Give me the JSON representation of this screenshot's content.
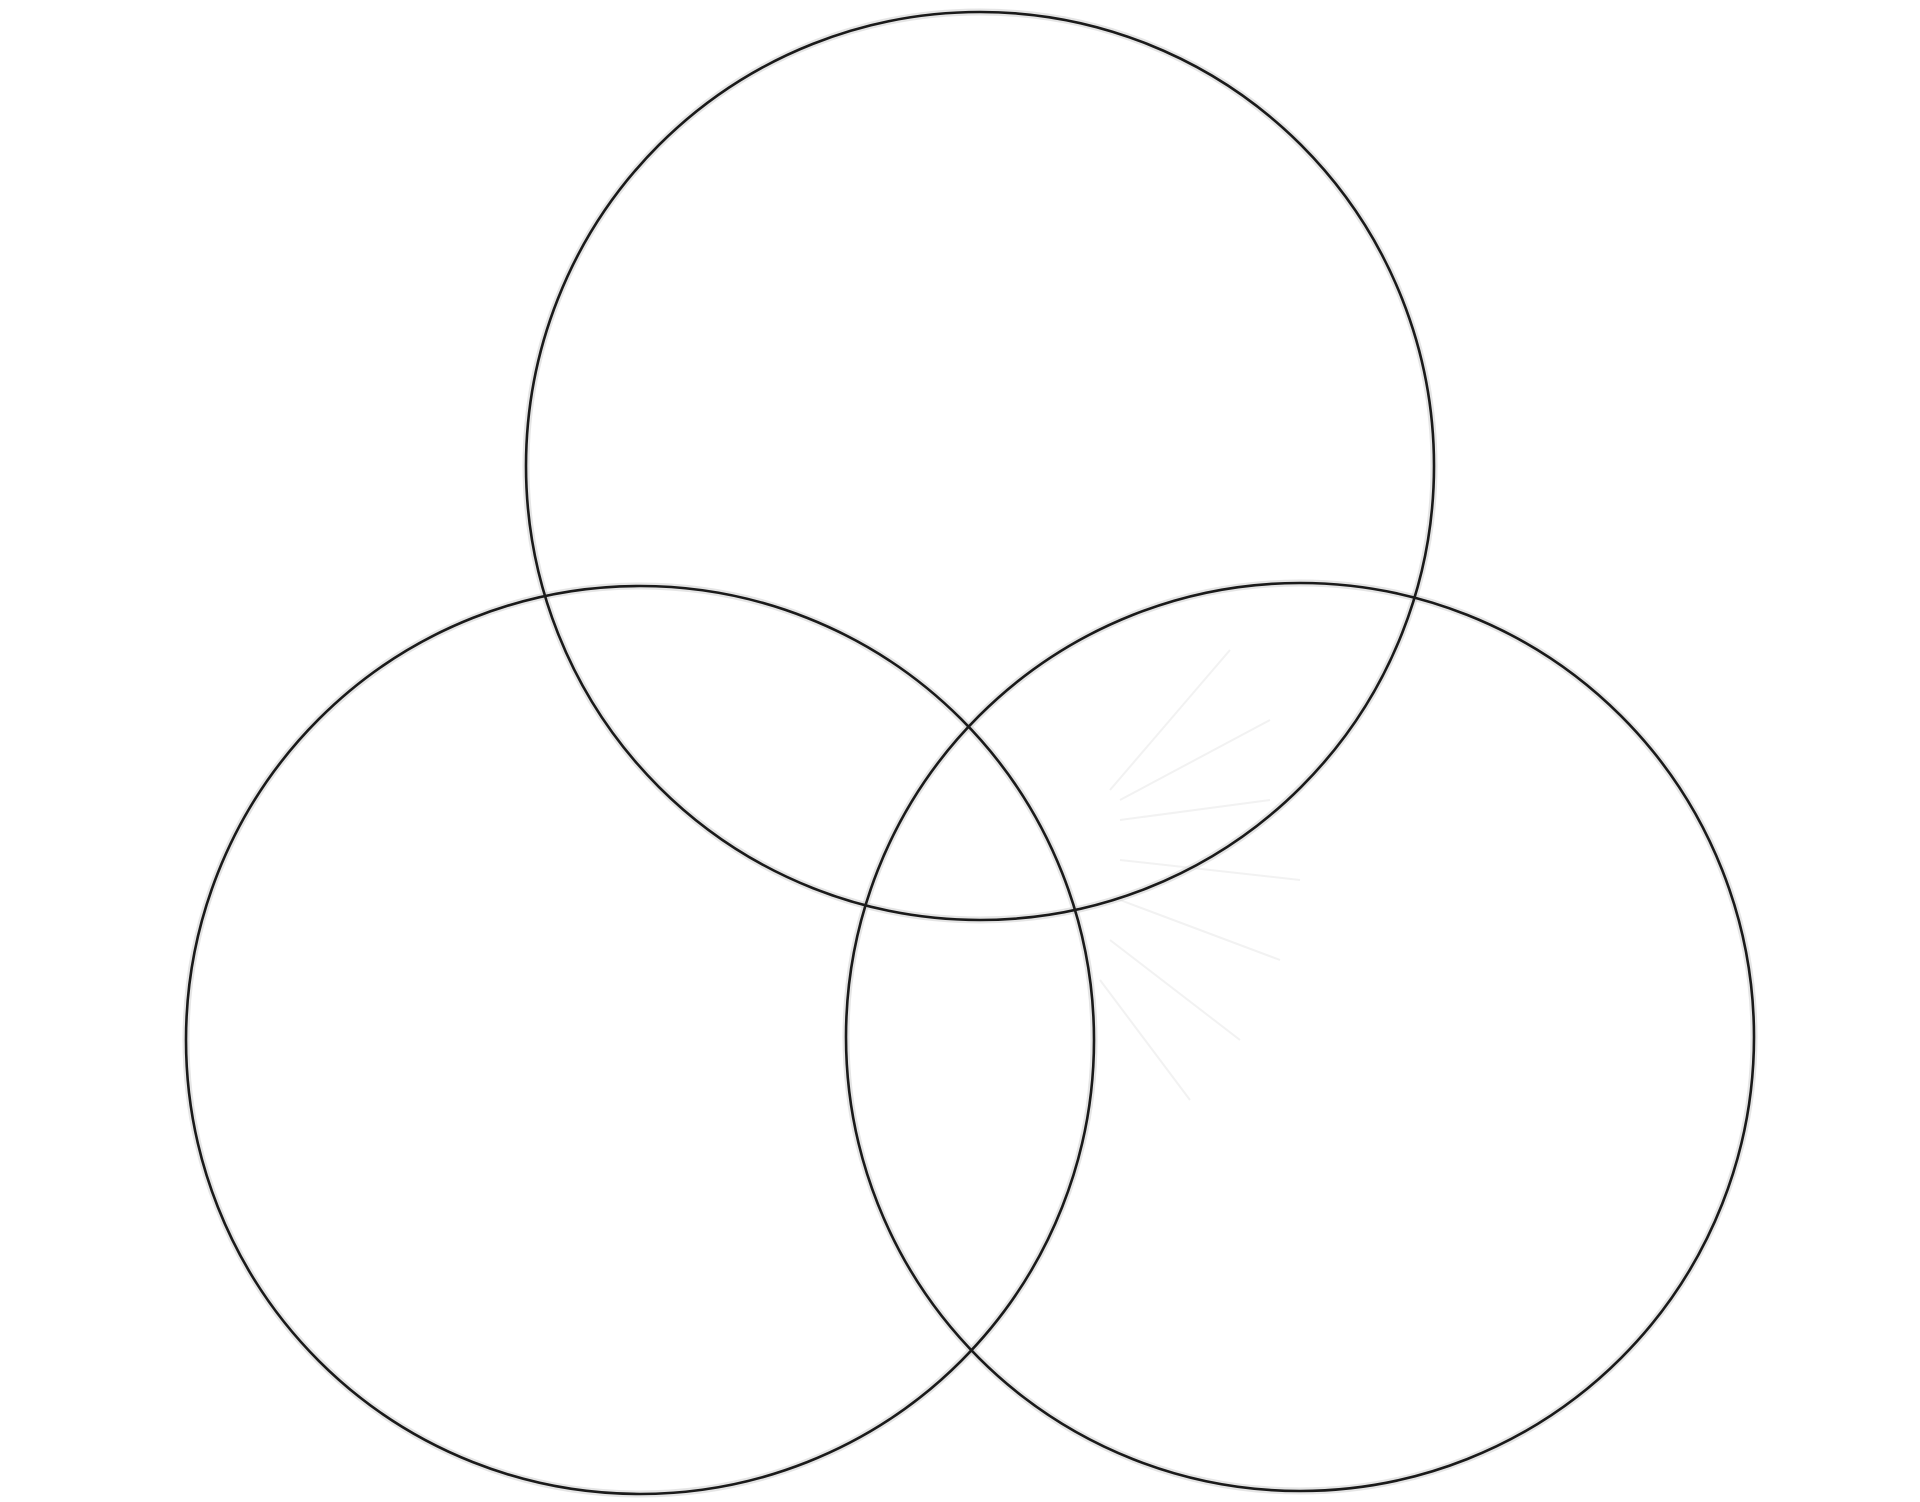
{
  "diagram": {
    "type": "venn",
    "set_count": 3,
    "sets": [
      {
        "id": "top",
        "label": ""
      },
      {
        "id": "bottom-left",
        "label": ""
      },
      {
        "id": "bottom-right",
        "label": ""
      }
    ],
    "colors": {
      "background": "#ffffff",
      "outline": "#1a1a1a",
      "fill": "#ffffff"
    }
  }
}
